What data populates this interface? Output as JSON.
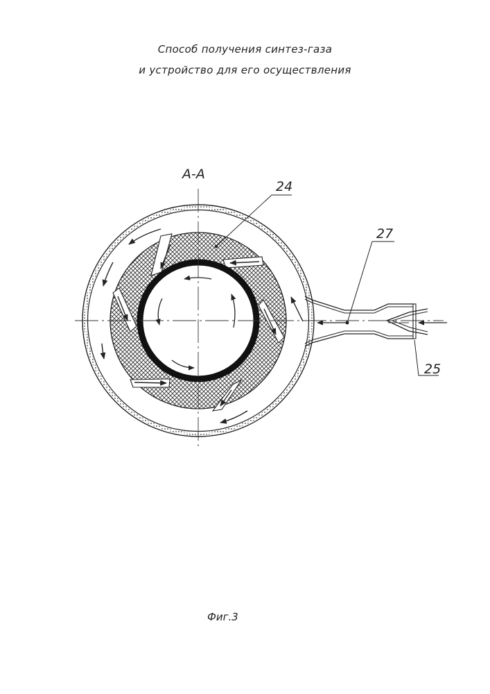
{
  "header": {
    "title_line1": "Способ получения синтез-газа",
    "title_line2": "и устройство для его осуществления"
  },
  "drawing": {
    "section_label": "А-А",
    "callouts": {
      "swirler_body": "24",
      "injector_point": "27",
      "inlet_nozzle": "25"
    },
    "figure_caption": "Фиг.3"
  },
  "colors": {
    "ink": "#222222",
    "paper": "#ffffff"
  }
}
